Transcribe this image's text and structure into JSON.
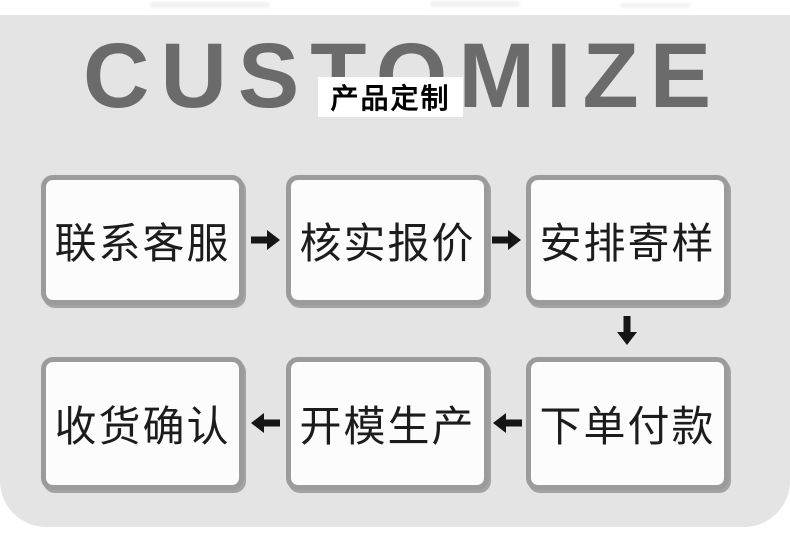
{
  "title": {
    "watermark": "CUSTOMIZE",
    "badge": "产品定制"
  },
  "flow": {
    "steps": [
      {
        "order": 1,
        "label": "联系客服"
      },
      {
        "order": 2,
        "label": "核实报价"
      },
      {
        "order": 3,
        "label": "安排寄样"
      },
      {
        "order": 4,
        "label": "下单付款"
      },
      {
        "order": 5,
        "label": "开模生产"
      },
      {
        "order": 6,
        "label": "收货确认"
      }
    ],
    "arrows": [
      {
        "from": "联系客服",
        "to": "核实报价",
        "direction": "right"
      },
      {
        "from": "核实报价",
        "to": "安排寄样",
        "direction": "right"
      },
      {
        "from": "安排寄样",
        "to": "下单付款",
        "direction": "down"
      },
      {
        "from": "下单付款",
        "to": "开模生产",
        "direction": "left"
      },
      {
        "from": "开模生产",
        "to": "收货确认",
        "direction": "left"
      }
    ]
  },
  "colors": {
    "page_bg": "#ffffff",
    "panel_bg": "#e4e4e4",
    "watermark_text": "#6b6b6b",
    "badge_bg": "#ffffff",
    "badge_text": "#000000",
    "box_bg": "#fcfcfc",
    "box_border": "#9b9b9b",
    "box_text": "#1c1c1c",
    "arrow": "#151515"
  }
}
